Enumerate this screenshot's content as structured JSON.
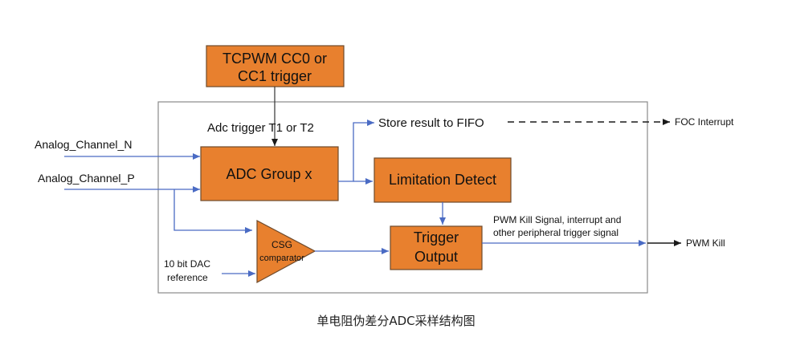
{
  "diagram": {
    "tcpwm_box": {
      "line1": "TCPWM CC0 or",
      "line2": "CC1 trigger"
    },
    "adc_trigger_label": "Adc trigger T1 or T2",
    "adc_group_box": "ADC Group x",
    "store_result_label": "Store result to FIFO",
    "foc_interrupt_label": "FOC Interrupt",
    "limitation_box": "Limitation Detect",
    "trigger_output_box": {
      "line1": "Trigger",
      "line2": "Output"
    },
    "pwm_kill_signal_label": {
      "line1": "PWM Kill Signal, interrupt and",
      "line2": "other peripheral trigger signal"
    },
    "pwm_kill_label": "PWM Kill",
    "channel_n_label": "Analog_Channel_N",
    "channel_p_label": "Analog_Channel_P",
    "csg_comparator": {
      "line1": "CSG",
      "line2": "comparator"
    },
    "dac_reference_label": {
      "line1": "10 bit DAC",
      "line2": "reference"
    },
    "caption": "单电阻伪差分ADC采样结构图",
    "colors": {
      "box_fill": "#e8802e",
      "box_stroke": "#6e4a2c",
      "arrow_blue": "#4a6bc4",
      "line_black": "#1a1a1a"
    }
  }
}
